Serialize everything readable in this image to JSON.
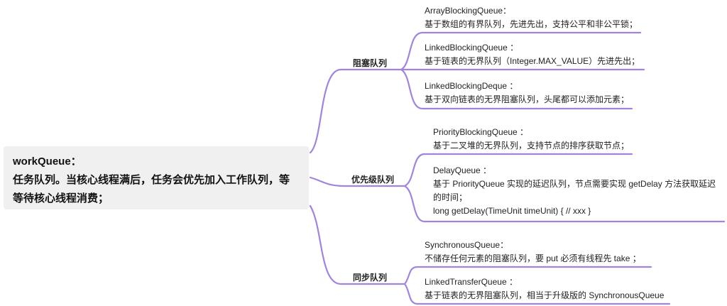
{
  "colors": {
    "line": "#a084e0",
    "root_bg": "#eff0ef"
  },
  "root": {
    "title": "workQueue：",
    "line1": "任务队列。当核心线程满后，任务会优先加入工作队列，等",
    "line2": "等待核心线程消费；"
  },
  "branches": [
    {
      "label": "阻塞队列",
      "leaves": [
        {
          "title": "ArrayBlockingQueue：",
          "lines": [
            "基于数组的有界队列，先进先出，支持公平和非公平锁；"
          ]
        },
        {
          "title": "LinkedBlockingQueue ：",
          "lines": [
            "基于链表的无界队列（Integer.MAX_VALUE）先进先出；"
          ]
        },
        {
          "title": "LinkedBlockingDeque ：",
          "lines": [
            "基于双向链表的无界阻塞队列，头尾都可以添加元素；"
          ]
        }
      ]
    },
    {
      "label": "优先级队列",
      "leaves": [
        {
          "title": "PriorityBlockingQueue ：",
          "lines": [
            "基于二叉堆的无界队列，支持节点的排序获取节点；"
          ]
        },
        {
          "title": "DelayQueue ：",
          "lines": [
            "基于 PriorityQueue 实现的延迟队列，节点需要实现 getDelay 方法获取延迟",
            "的时间；",
            "long getDelay(TimeUnit timeUnit) { // xxx }"
          ]
        }
      ]
    },
    {
      "label": "同步队列",
      "leaves": [
        {
          "title": "SynchronousQueue：",
          "lines": [
            "不储存任何元素的阻塞队列，要 put 必须有线程先 take ；"
          ]
        },
        {
          "title": "LinkedTransferQueue ：",
          "lines": [
            "基于链表的无界阻塞队列，相当于升级版的 SynchronousQueue"
          ]
        }
      ]
    }
  ]
}
